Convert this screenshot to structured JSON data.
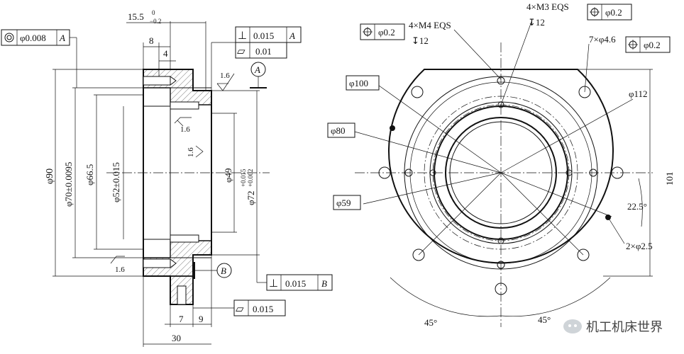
{
  "side_view": {
    "dims": {
      "top_overall": "15.5",
      "top_tol_upper": "0",
      "top_tol_lower": "−0.2",
      "w8": "8",
      "w4": "4",
      "w7": "7",
      "w9": "9",
      "w30": "30",
      "d90": "φ90",
      "d70": "φ70±0.0095",
      "d665": "φ66.5",
      "d52": "φ52±0.015",
      "d49": "φ49",
      "d72": "φ72",
      "d72_upper": "+0.015",
      "d72_lower": "+0.002"
    },
    "roughness": {
      "r1": "1.6",
      "r2": "1.6",
      "r3": "1.6",
      "r4": "1.6"
    },
    "frames": {
      "concentricity": {
        "symbol": "◎",
        "value": "φ0.008",
        "datum": "A"
      },
      "perp_top": {
        "symbol": "⊥",
        "value": "0.015",
        "datum": "A"
      },
      "flat_top": {
        "symbol": "▱",
        "value": "0.01"
      },
      "perp_bottom": {
        "symbol": "⊥",
        "value": "0.015",
        "datum": "B"
      },
      "flat_bottom": {
        "symbol": "▱",
        "value": "0.015"
      }
    },
    "datums": {
      "a": "A",
      "b": "B"
    }
  },
  "front_view": {
    "labels": {
      "m4": "4×M4 EQS",
      "m4_depth": "↧12",
      "m3": "4×M3 EQS",
      "m3_depth": "↧12",
      "h46": "7×φ4.6",
      "h25": "2×φ2.5",
      "d100": "φ100",
      "d112": "φ112",
      "d80": "φ80",
      "d59": "φ59",
      "h101": "101",
      "a225": "22.5°",
      "a45l": "45°",
      "a45r": "45°"
    },
    "pos_frames": {
      "m4": {
        "symbol": "⌖",
        "value": "φ0.2"
      },
      "m3": {
        "symbol": "⌖",
        "value": "φ0.2"
      },
      "h46": {
        "symbol": "⌖",
        "value": "φ0.2"
      }
    }
  },
  "watermark": {
    "text": "机工机床世界",
    "icon": "wechat-icon"
  }
}
